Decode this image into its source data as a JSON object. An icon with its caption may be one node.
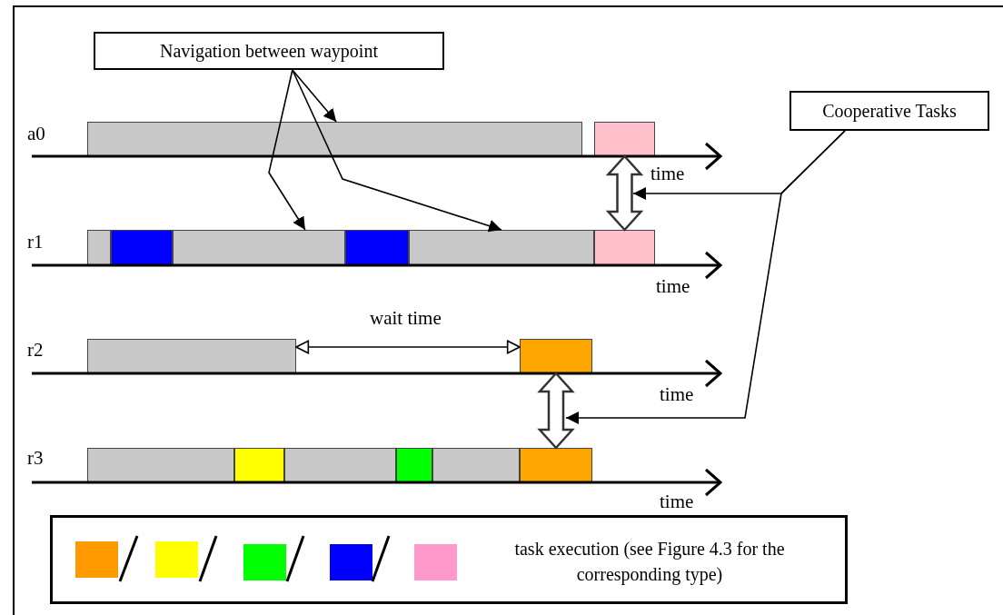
{
  "diagram": {
    "nodes": [
      {
        "text": [
          "Navigation between waypoint"
        ]
      },
      {
        "text": [
          "Cooperative Tasks"
        ]
      },
      {
        "text": [],
        "shape": "bar"
      },
      {
        "text": [],
        "shape": "bar"
      },
      {
        "text": [],
        "shape": "bar"
      },
      {
        "text": [],
        "shape": "bar"
      },
      {
        "text": [],
        "shape": "bar"
      },
      {
        "text": [],
        "shape": "bar"
      },
      {
        "text": [],
        "shape": "bar"
      },
      {
        "text": [],
        "shape": "bar"
      },
      {
        "text": [],
        "shape": "bar"
      },
      {
        "text": [],
        "shape": "bar"
      },
      {
        "text": [],
        "shape": "bar"
      },
      {
        "text": [],
        "shape": "bar"
      },
      {
        "text": [],
        "shape": "bar"
      },
      {
        "text": [],
        "shape": "bar"
      },
      {
        "text": [],
        "shape": "bar"
      },
      {
        "text": [],
        "shape": "bar"
      },
      {
        "text": [
          "task execution (see Figure 4.3 for the corresponding type)"
        ]
      }
    ],
    "edges": [
      {
        "from": 0,
        "to": 2,
        "arrow": "to"
      },
      {
        "from": 0,
        "to": 6,
        "arrow": "to"
      },
      {
        "from": 0,
        "to": 8,
        "arrow": "to"
      },
      {
        "from": 3,
        "to": 9,
        "arrow": "both",
        "style": "thick"
      },
      {
        "from": 10,
        "to": 11,
        "arrow": "both",
        "label": "wait time"
      },
      {
        "from": 11,
        "to": 17,
        "arrow": "both",
        "style": "thick"
      },
      {
        "from": 1,
        "to": null,
        "arrow": "to"
      },
      {
        "from": 1,
        "to": null,
        "arrow": "to"
      }
    ],
    "labels": [
      "a0",
      "time",
      "r1",
      "time",
      "r2",
      "time",
      "r3",
      "time"
    ]
  }
}
